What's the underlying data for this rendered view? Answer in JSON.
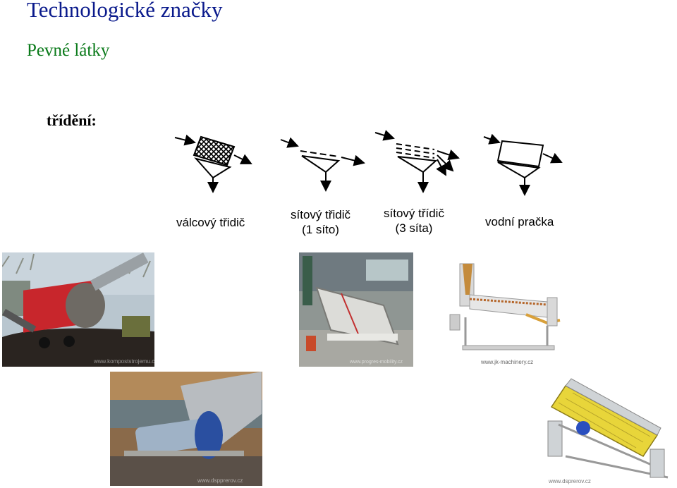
{
  "slide": {
    "title": "Technologické značky",
    "subtitle": "Pevné látky",
    "section_label": "třídění:"
  },
  "symbols": [
    {
      "line1": "válcový třidič",
      "line2": ""
    },
    {
      "line1": "sítový třidič",
      "line2": "(1 síto)"
    },
    {
      "line1": "sítový třídič",
      "line2": "(3 síta)"
    },
    {
      "line1": "vodní pračka",
      "line2": ""
    }
  ],
  "photos": [
    {
      "watermark": "www.kompoststrojemu.cz"
    },
    {
      "watermark": "www.progres-mobility.cz"
    },
    {
      "watermark": "www.jk-machinery.cz"
    },
    {
      "watermark": "www.dspprerov.cz"
    },
    {
      "watermark": "www.dsprerov.cz"
    }
  ],
  "colors": {
    "title": "#0a1a8c",
    "subtitle": "#0a7a1a"
  }
}
